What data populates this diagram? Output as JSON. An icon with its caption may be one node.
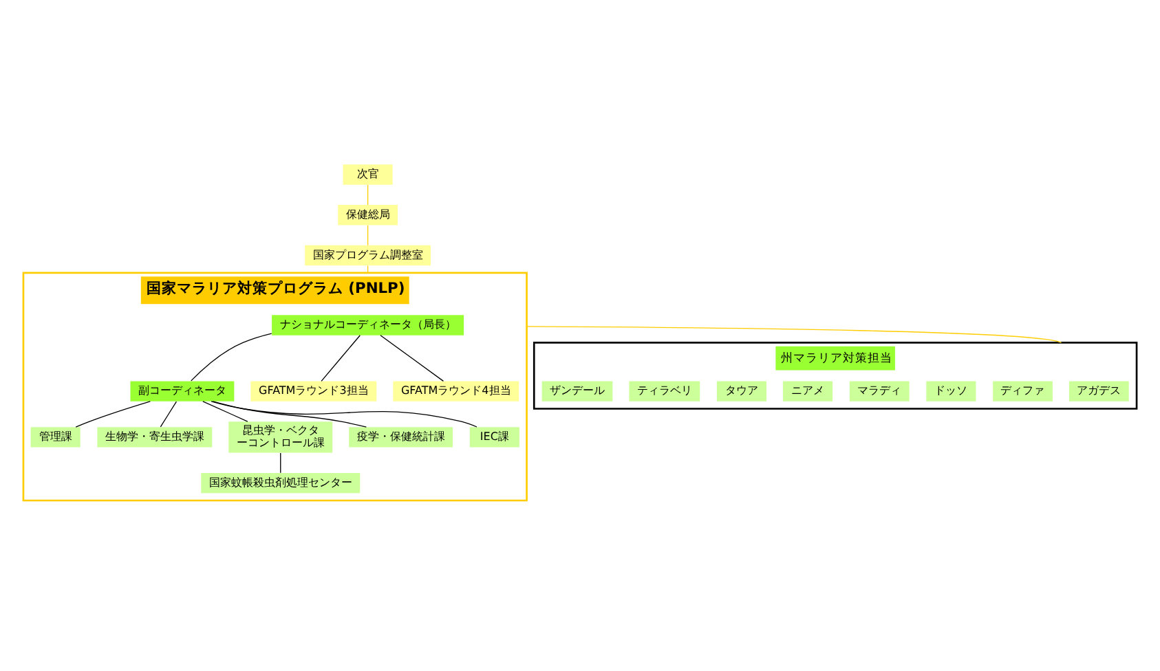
{
  "diagram": {
    "nodes": [
      {
        "text": [
          "次官"
        ]
      },
      {
        "text": [
          "保健総局"
        ]
      },
      {
        "text": [
          "国家プログラム調整室"
        ]
      },
      {
        "text": [
          "国家マラリア対策プログラム (PNLP)"
        ]
      },
      {
        "text": [
          "ナショナルコーディネータ（局長）"
        ],
        "in": 3
      },
      {
        "text": [
          "副コーディネータ"
        ],
        "in": 3
      },
      {
        "text": [
          "GFATMラウンド3担当"
        ],
        "in": 3
      },
      {
        "text": [
          "GFATMラウンド4担当"
        ],
        "in": 3
      },
      {
        "text": [
          "管理課"
        ],
        "in": 3
      },
      {
        "text": [
          "生物学・寄生虫学課"
        ],
        "in": 3
      },
      {
        "text": [
          "昆虫学・ベクターコントロール課"
        ],
        "in": 3
      },
      {
        "text": [
          "疫学・保健統計課"
        ],
        "in": 3
      },
      {
        "text": [
          "IEC課"
        ],
        "in": 3
      },
      {
        "text": [
          "国家蚊帳殺虫剤処理センター"
        ],
        "in": 3
      },
      {
        "text": [
          "州マラリア対策担当"
        ]
      },
      {
        "text": [
          "アガデス"
        ],
        "in": 14
      },
      {
        "text": [
          "ディファ"
        ],
        "in": 14
      },
      {
        "text": [
          "ドッソ"
        ],
        "in": 14
      },
      {
        "text": [
          "マラディ"
        ],
        "in": 14
      },
      {
        "text": [
          "ニアメ"
        ],
        "in": 14
      },
      {
        "text": [
          "タウア"
        ],
        "in": 14
      },
      {
        "text": [
          "ティラベリ"
        ],
        "in": 14
      },
      {
        "text": [
          "ザンデール"
        ],
        "in": 14
      }
    ],
    "edges": [
      {
        "from": 0,
        "to": 1,
        "arrow": "none",
        "color": "#ffcc00"
      },
      {
        "from": 1,
        "to": 2,
        "arrow": "none",
        "color": "#ffcc00"
      },
      {
        "from": 2,
        "to": 3,
        "arrow": "none",
        "color": "#ffcc00"
      },
      {
        "from": 4,
        "to": 5,
        "arrow": "none"
      },
      {
        "from": 4,
        "to": 6,
        "arrow": "none"
      },
      {
        "from": 4,
        "to": 7,
        "arrow": "none"
      },
      {
        "from": 5,
        "to": 8,
        "arrow": "none"
      },
      {
        "from": 5,
        "to": 9,
        "arrow": "none"
      },
      {
        "from": 5,
        "to": 10,
        "arrow": "none"
      },
      {
        "from": 5,
        "to": 11,
        "arrow": "none"
      },
      {
        "from": 5,
        "to": 12,
        "arrow": "none"
      },
      {
        "from": 10,
        "to": 13,
        "arrow": "none"
      },
      {
        "from": 3,
        "to": 14,
        "arrow": "none",
        "color": "#ffcc00"
      }
    ]
  }
}
